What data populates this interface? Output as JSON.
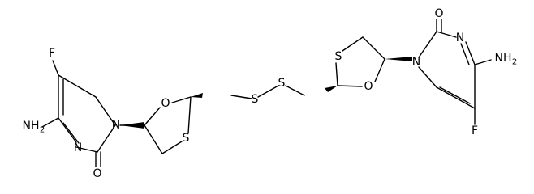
{
  "atoms": {
    "f_left": "F",
    "nh2_left": "NH",
    "nh2_left_sub": "2",
    "n_left_ring": "N",
    "o_left_carbonyl": "O",
    "n1_left": "N",
    "o_left_oxathiolane": "O",
    "s_left_oxathiolane": "S",
    "s_disulfide_1": "S",
    "s_disulfide_2": "S",
    "s_right_oxathiolane": "S",
    "o_right_oxathiolane": "O",
    "n1_right": "N",
    "o_right_carbonyl": "O",
    "n_right_ring": "N",
    "nh2_right": "NH",
    "nh2_right_sub": "2",
    "f_right": "F"
  },
  "colors": {
    "bond": "#000000",
    "label": "#000000",
    "background": "#ffffff"
  }
}
